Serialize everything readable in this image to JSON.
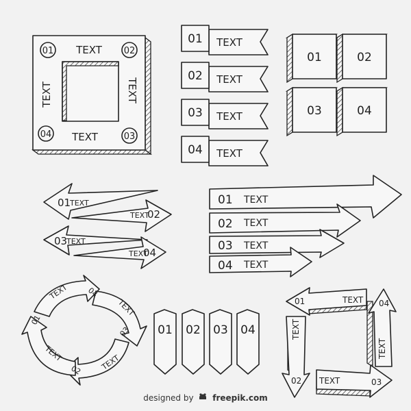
{
  "frame_box": {
    "numbers": [
      "01",
      "02",
      "03",
      "04"
    ],
    "labels": [
      "TEXT",
      "TEXT",
      "TEXT",
      "TEXT"
    ]
  },
  "ribbon_list": {
    "numbers": [
      "01",
      "02",
      "03",
      "04"
    ],
    "labels": [
      "TEXT",
      "TEXT",
      "TEXT",
      "TEXT"
    ]
  },
  "tile_grid": {
    "numbers": [
      "01",
      "02",
      "03",
      "04"
    ]
  },
  "crossing_arrows": {
    "items": [
      {
        "number": "01",
        "label": "TEXT"
      },
      {
        "number": "02",
        "label": "TEXT"
      },
      {
        "number": "03",
        "label": "TEXT"
      },
      {
        "number": "04",
        "label": "TEXT"
      }
    ]
  },
  "stacked_arrows": {
    "numbers": [
      "01",
      "02",
      "03",
      "04"
    ],
    "labels": [
      "TEXT",
      "TEXT",
      "TEXT",
      "TEXT"
    ]
  },
  "cycle": {
    "numbers": [
      "01",
      "02",
      "03",
      "04"
    ],
    "labels": [
      "TEXT",
      "TEXT",
      "TEXT",
      "TEXT"
    ]
  },
  "bookmarks": {
    "numbers": [
      "01",
      "02",
      "03",
      "04"
    ]
  },
  "square_loop": {
    "numbers": [
      "01",
      "02",
      "03",
      "04"
    ],
    "labels": [
      "TEXT",
      "TEXT",
      "TEXT",
      "TEXT"
    ]
  },
  "credit": {
    "prefix": "designed by",
    "brand": "freepik.com"
  }
}
